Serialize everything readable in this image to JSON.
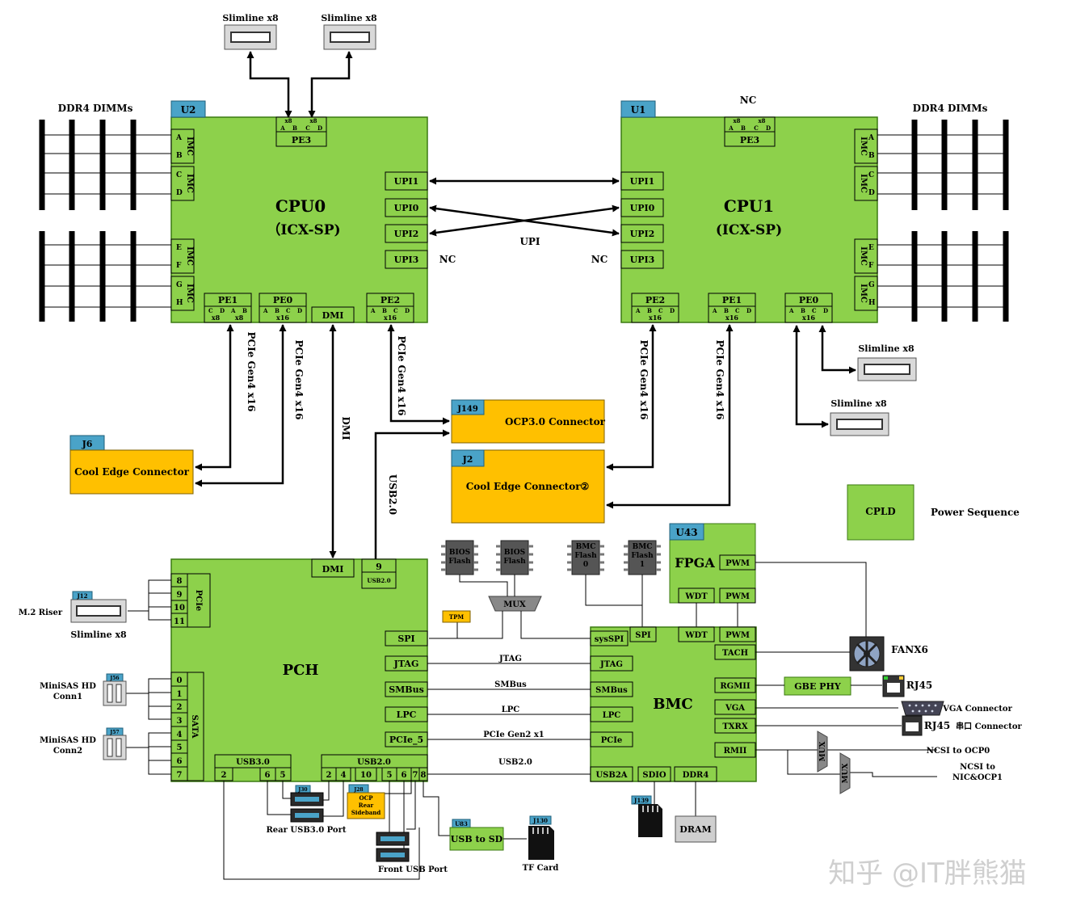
{
  "colors": {
    "green": "#8dd14b",
    "green_border": "#3b7a12",
    "orange": "#ffc000",
    "tag": "#4aa3c8",
    "gray": "#cfcfcf",
    "chip": "#555555"
  },
  "cpu0": {
    "tag": "U2",
    "name": "CPU0",
    "model": "（ICX-SP)",
    "pe3": "PE3",
    "pe1": "PE1",
    "pe0": "PE0",
    "pe2": "PE2",
    "dmi": "DMI",
    "upi": [
      "UPI1",
      "UPI0",
      "UPI2",
      "UPI3"
    ],
    "imc": "IMC"
  },
  "cpu1": {
    "tag": "U1",
    "name": "CPU1",
    "model": "(ICX-SP)",
    "pe3": "PE3",
    "pe2": "PE2",
    "pe1": "PE1",
    "pe0": "PE0",
    "upi": [
      "UPI1",
      "UPI0",
      "UPI2",
      "UPI3"
    ],
    "imc": "IMC"
  },
  "labels": {
    "ddr4_left": "DDR4 DIMMs",
    "ddr4_right": "DDR4 DIMMs",
    "slimline": "Slimline x8",
    "nc": "NC",
    "upi": "UPI",
    "pcie_gen4": "PCIe Gen4 x16",
    "dmi_link": "DMI",
    "usb20_link": "USB2.0",
    "x8": "x8",
    "x16": "x16",
    "abcd": [
      "A",
      "B",
      "C",
      "D"
    ],
    "cdab": [
      "C",
      "D",
      "A",
      "B"
    ],
    "dimm_ab": [
      "A",
      "B"
    ],
    "dimm_cd": [
      "C",
      "D"
    ],
    "dimm_ef": [
      "E",
      "F"
    ],
    "dimm_gh": [
      "G",
      "H"
    ],
    "power_sequence": "Power Sequence",
    "cpld": "CPLD",
    "m2_riser": "M.2 Riser",
    "minisas1": "MiniSAS HD\nConn1",
    "minisas2": "MiniSAS HD\nConn2",
    "rear_usb": "Rear USB3.0 Port",
    "front_usb": "Front USB Port",
    "tf_card": "TF Card",
    "fanx6": "FANX6",
    "rj45": "RJ45",
    "vga_conn": "VGA Connector",
    "serial_conn": "串口 Connector",
    "ncsi_ocp0": "NCSI to OCP0",
    "ncsi_nic": "NCSI to\nNIC&OCP1",
    "jtag": "JTAG",
    "smbus": "SMBus",
    "lpc": "LPC",
    "pcie_gen2": "PCIe Gen2 x1",
    "usb20": "USB2.0"
  },
  "connectors": {
    "j6": {
      "tag": "J6",
      "name": "Cool Edge  Connector"
    },
    "j149": {
      "tag": "J149",
      "name": "OCP3.0 Connector"
    },
    "j2": {
      "tag": "J2",
      "name": "Cool Edge  Connector②"
    },
    "j12": "J12",
    "j56": "J56",
    "j57": "J57",
    "j30": "J30",
    "j28": {
      "tag": "J28",
      "name": "OCP\nRear\nSideband"
    },
    "j139": "J139",
    "j130": "J130",
    "u83": {
      "tag": "U83",
      "name": "USB to SD"
    },
    "tpm": "TPM"
  },
  "pch": {
    "name": "PCH",
    "dmi": "DMI",
    "nine": "9",
    "usb20": "USB2.0",
    "spi": "SPI",
    "jtag": "JTAG",
    "smbus": "SMBus",
    "lpc": "LPC",
    "pcie5": "PCIe_5",
    "pcie": "PCIe",
    "pcie_ports": [
      "8",
      "9",
      "10",
      "11"
    ],
    "sata": "SATA",
    "sata_ports": [
      "0",
      "1",
      "2",
      "3",
      "4",
      "5",
      "6",
      "7"
    ],
    "usb30": "USB3.0",
    "usb30_ports": [
      "2",
      "6",
      "5"
    ],
    "usb20_label": "USB2.0",
    "usb20_ports": [
      "2",
      "4",
      "10",
      "5",
      "6",
      "7",
      "8"
    ]
  },
  "bmc": {
    "name": "BMC",
    "syspi": "sysSPI",
    "spi": "SPI",
    "wdt": "WDT",
    "pwm": "PWM",
    "tach": "TACH",
    "rgmii": "RGMII",
    "vga": "VGA",
    "txrx": "TXRX",
    "rmii": "RMII",
    "jtag": "JTAG",
    "smbus": "SMBus",
    "lpc": "LPC",
    "pcie": "PCIe",
    "usb2a": "USB2A",
    "sdio": "SDIO",
    "ddr4": "DDR4",
    "dram": "DRAM",
    "gbe_phy": "GBE PHY"
  },
  "fpga": {
    "tag": "U43",
    "name": "FPGA",
    "pwm": "PWM",
    "wdt": "WDT"
  },
  "flash": {
    "bios": "BIOS\nFlash",
    "bmc0": "BMC\nFlash\n0",
    "bmc1": "BMC\nFlash\n1",
    "mux": "MUX"
  },
  "watermark": "知乎 @IT胖熊猫"
}
